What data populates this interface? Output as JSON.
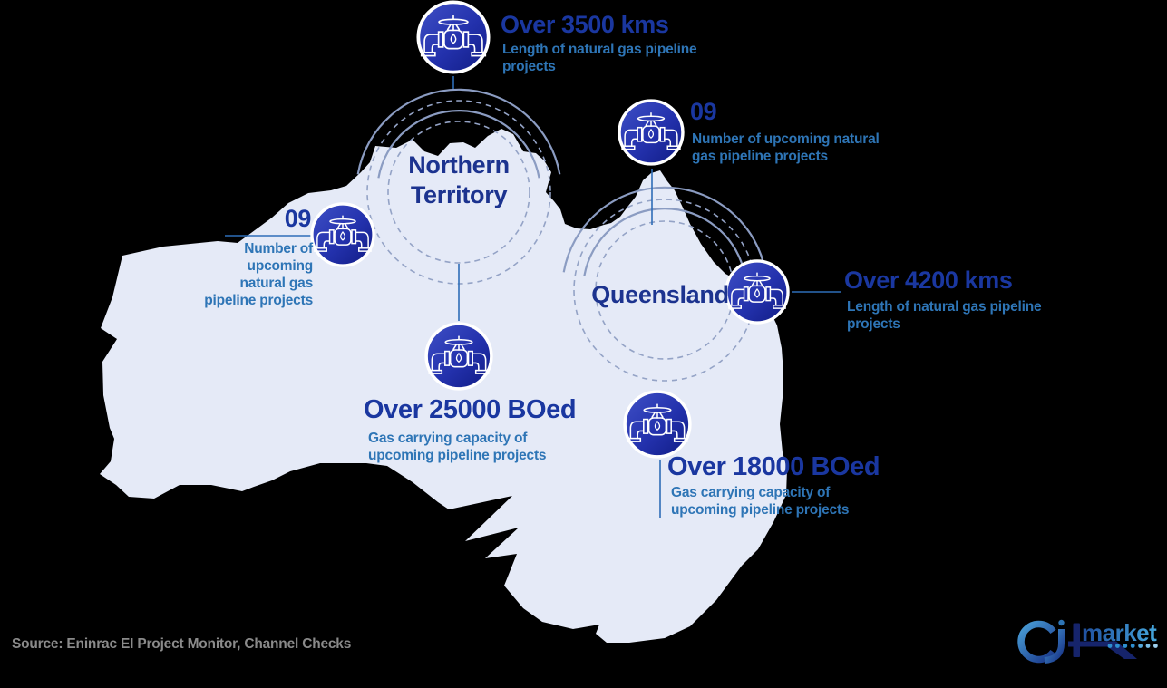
{
  "title": "Upcoming natural gas pipeline projects infographic - Australia",
  "colors": {
    "background": "#000000",
    "map_fill": "#e5eaf7",
    "stat_value_blue": "#1a37a0",
    "region_label_blue": "#1c338f",
    "stat_label_blue": "#2e75b6",
    "connector_blue": "#2e6db8",
    "ripple_ring_gray": "#94a3c6",
    "icon_gradient_top": "#3a49c0",
    "icon_gradient_bottom": "#111c86",
    "source_gray": "#8a8a8a"
  },
  "regions": [
    {
      "id": "northern-territory",
      "name": "Northern Territory",
      "line1": "Northern",
      "line2": "Territory"
    },
    {
      "id": "queensland",
      "name": "Queensland"
    }
  ],
  "stats": [
    {
      "id": "nt-pipeline-length",
      "region": "Northern Territory",
      "value": "Over 3500 kms",
      "label": "Length of natural gas pipeline projects"
    },
    {
      "id": "qld-project-count",
      "region": "Queensland",
      "value": "09",
      "label": "Number of upcoming natural gas pipeline projects"
    },
    {
      "id": "nt-project-count",
      "region": "Northern Territory",
      "value": "09",
      "label": "Number of upcoming natural gas pipeline projects"
    },
    {
      "id": "qld-pipeline-length",
      "region": "Queensland",
      "value": "Over 4200 kms",
      "label": "Length of natural gas pipeline projects"
    },
    {
      "id": "nt-gas-capacity",
      "region": "Northern Territory",
      "value": "Over 25000 BOed",
      "label": "Gas carrying capacity of upcoming pipeline projects"
    },
    {
      "id": "qld-gas-capacity",
      "region": "Queensland",
      "value": "Over 18000 BOed",
      "label": "Gas carrying capacity of upcoming pipeline projects"
    }
  ],
  "icons": {
    "marker": "pipeline-valve-icon"
  },
  "source_note": "Source: Eninrac EI Project Monitor, Channel Checks",
  "logo": {
    "text": "market"
  }
}
